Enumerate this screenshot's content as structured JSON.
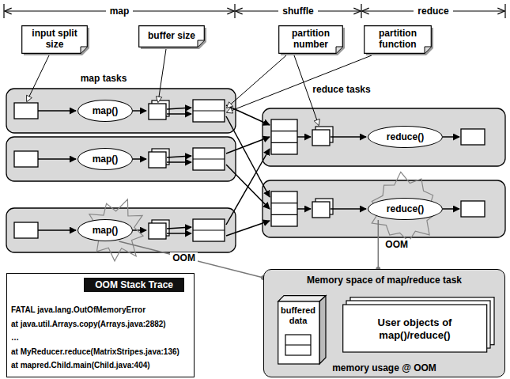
{
  "diagram": {
    "nodes": [
      {
        "text": [
          "input split size"
        ]
      },
      {
        "text": [
          "buffer size"
        ]
      },
      {
        "text": [
          "partition number"
        ]
      },
      {
        "text": [
          "partition function"
        ]
      },
      {
        "text": [
          "map()"
        ]
      },
      {
        "text": [
          "reduce()"
        ]
      },
      {
        "text": [
          "map()"
        ]
      },
      {
        "text": [
          "reduce()"
        ]
      },
      {
        "text": [
          "map()"
        ]
      },
      {
        "text": [
          "OOM Stack Trace",
          "FATAL java.lang.OutOfMemoryError",
          "at java.util.Arrays.copy(Arrays.java:2882)",
          "…",
          "at MyReducer.reduce(MatrixStripes.java:136)",
          "at mapred.Child.main(Child.java:404)"
        ]
      },
      {
        "text": [
          "Memory space of map/reduce task",
          "memory usage @ OOM"
        ]
      },
      {
        "text": [
          "buffered data"
        ],
        "in": 10
      },
      {
        "text": [
          "User objects of map()/reduce()"
        ],
        "in": 10
      }
    ],
    "edges": [
      {
        "from": 8,
        "to": 10,
        "label": "OOM",
        "arrow": "none"
      },
      {
        "from": 7,
        "to": 10,
        "label": "OOM",
        "arrow": "none"
      }
    ],
    "labels": [
      "map",
      "shuffle",
      "reduce",
      "map tasks",
      "reduce tasks"
    ]
  }
}
